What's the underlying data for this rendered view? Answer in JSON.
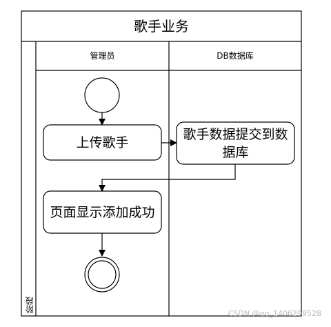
{
  "diagram": {
    "title": "歌手业务",
    "lanes": [
      {
        "label": "管理员"
      },
      {
        "label": "DB数据库"
      }
    ],
    "phase_label": "阶段",
    "activities": {
      "upload": "上传歌手",
      "submit": "歌手数据提交到数据库",
      "success": "页面显示添加成功"
    }
  },
  "footer": {
    "watermark": "CSDN @qq_1406299528"
  }
}
